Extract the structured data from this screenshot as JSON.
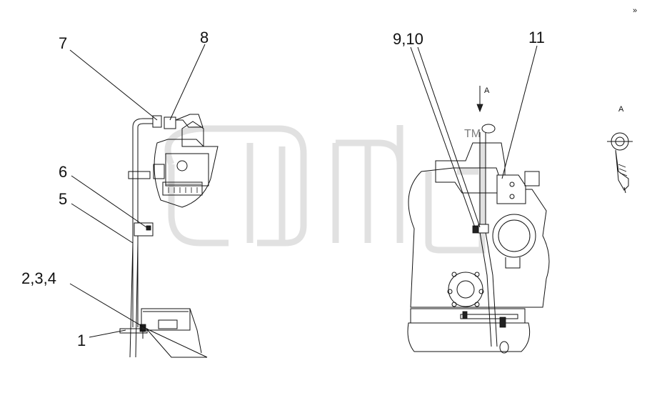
{
  "callouts": [
    {
      "id": "c1",
      "text": "1"
    },
    {
      "id": "c234",
      "text": "2,3,4"
    },
    {
      "id": "c5",
      "text": "5"
    },
    {
      "id": "c6",
      "text": "6"
    },
    {
      "id": "c7",
      "text": "7"
    },
    {
      "id": "c8",
      "text": "8"
    },
    {
      "id": "c910",
      "text": "9,10"
    },
    {
      "id": "c11",
      "text": "11"
    }
  ],
  "view_labels": {
    "arrow_label": "A",
    "detail_label": "A"
  },
  "watermark": "gmb"
}
